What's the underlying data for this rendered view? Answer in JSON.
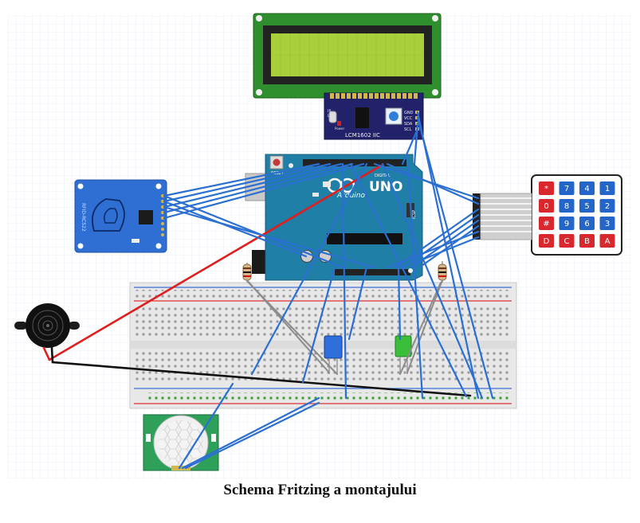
{
  "diagram": {
    "caption": "Schema Fritzing a montajului",
    "lcd_module": {
      "label": "LCM1602 IIC",
      "pins": [
        "GND",
        "VCC",
        "SDA",
        "SCL"
      ],
      "side_labels": [
        "I6",
        "LED",
        "Power"
      ]
    },
    "arduino": {
      "brand": "Arduino",
      "model": "UNO",
      "reset": "RESET",
      "digital": "DIGITAL",
      "icsp": "ICSP"
    },
    "rfid": {
      "label": "RFID-RC522"
    },
    "keypad": {
      "keys": [
        [
          "*",
          "7",
          "4",
          "1"
        ],
        [
          "0",
          "8",
          "5",
          "2"
        ],
        [
          "#",
          "9",
          "6",
          "3"
        ],
        [
          "D",
          "C",
          "B",
          "A"
        ]
      ]
    },
    "colors": {
      "wire_blue": "#2a6fd1",
      "wire_red": "#e01e1e",
      "wire_black": "#111111",
      "wire_gray": "#8c8c8c",
      "arduino": "#1f7fa6",
      "lcd_frame": "#2f8f2f",
      "lcd_screen": "#a9cf3a",
      "keypad_red": "#d9272e",
      "keypad_blue": "#2465c9"
    }
  }
}
